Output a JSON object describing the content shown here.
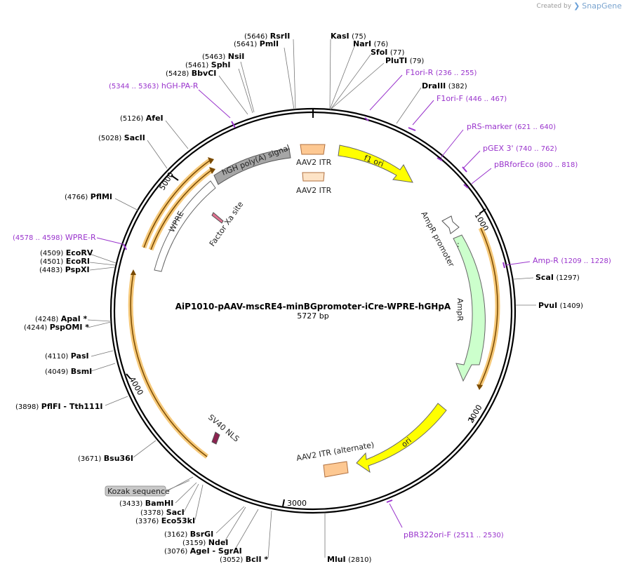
{
  "brand": {
    "created_by": "Created by",
    "product": "SnapGene"
  },
  "plasmid": {
    "name": "AiP1010-pAAV-mscRE4-minBGpromoter-iCre-WPRE-hGHpA",
    "size": "5727 bp"
  },
  "ticks": [
    "1000",
    "2000",
    "3000",
    "4000",
    "5000"
  ],
  "enzymes": [
    {
      "name": "RsrII",
      "pos": "(5646)"
    },
    {
      "name": "PmlI",
      "pos": "(5641)"
    },
    {
      "name": "NsiI",
      "pos": "(5463)"
    },
    {
      "name": "SphI",
      "pos": "(5461)"
    },
    {
      "name": "BbvCI",
      "pos": "(5428)"
    },
    {
      "name": "AfeI",
      "pos": "(5126)"
    },
    {
      "name": "SacII",
      "pos": "(5028)"
    },
    {
      "name": "PflMI",
      "pos": "(4766)"
    },
    {
      "name": "EcoRV",
      "pos": "(4509)"
    },
    {
      "name": "EcoRI",
      "pos": "(4501)"
    },
    {
      "name": "PspXI",
      "pos": "(4483)"
    },
    {
      "name": "ApaI *",
      "pos": "(4248)"
    },
    {
      "name": "PspOMI *",
      "pos": "(4244)"
    },
    {
      "name": "PasI",
      "pos": "(4110)"
    },
    {
      "name": "BsmI",
      "pos": "(4049)"
    },
    {
      "name": "PflFI - Tth111I",
      "pos": "(3898)"
    },
    {
      "name": "Bsu36I",
      "pos": "(3671)"
    },
    {
      "name": "BamHI",
      "pos": "(3433)"
    },
    {
      "name": "SacI",
      "pos": "(3378)"
    },
    {
      "name": "Eco53kI",
      "pos": "(3376)"
    },
    {
      "name": "BsrGI",
      "pos": "(3162)"
    },
    {
      "name": "NdeI",
      "pos": "(3159)"
    },
    {
      "name": "AgeI - SgrAI",
      "pos": "(3076)"
    },
    {
      "name": "BclI *",
      "pos": "(3052)"
    },
    {
      "name": "MluI",
      "pos": "(2810)"
    },
    {
      "name": "KasI",
      "pos": "(75)"
    },
    {
      "name": "NarI",
      "pos": "(76)"
    },
    {
      "name": "SfoI",
      "pos": "(77)"
    },
    {
      "name": "PluTI",
      "pos": "(79)"
    },
    {
      "name": "DraIII",
      "pos": "(382)"
    },
    {
      "name": "ScaI",
      "pos": "(1297)"
    },
    {
      "name": "PvuI",
      "pos": "(1409)"
    }
  ],
  "primers": [
    {
      "name": "hGH-PA-R",
      "pos": "(5344 .. 5363)"
    },
    {
      "name": "WPRE-R",
      "pos": "(4578 .. 4598)"
    },
    {
      "name": "F1ori-R",
      "pos": "(236 .. 255)"
    },
    {
      "name": "F1ori-F",
      "pos": "(446 .. 467)"
    },
    {
      "name": "pRS-marker",
      "pos": "(621 .. 640)"
    },
    {
      "name": "pGEX 3'",
      "pos": "(740 .. 762)"
    },
    {
      "name": "pBRforEco",
      "pos": "(800 .. 818)"
    },
    {
      "name": "Amp-R",
      "pos": "(1209 .. 1228)"
    },
    {
      "name": "pBR322ori-F",
      "pos": "(2511 .. 2530)"
    }
  ],
  "features": {
    "hgh": "hGH poly(A) signal",
    "itr1": "AAV2 ITR",
    "itr2": "AAV2 ITR",
    "f1ori": "f1 ori",
    "ampr_promoter": "AmpR promoter",
    "ampr": "AmpR",
    "ori": "ori",
    "itr_alt": "AAV2 ITR (alternate)",
    "wpre": "WPRE",
    "factor_xa": "Factor Xa site",
    "sv40": "SV40 NLS",
    "kozak": "Kozak sequence"
  },
  "colors": {
    "primer": "#9933cc",
    "ori": "#ffff00",
    "ampr": "#ccffcc",
    "itr": "#ffcc99",
    "hgh": "#a6a6a6",
    "orf": "#ffe0a0"
  }
}
